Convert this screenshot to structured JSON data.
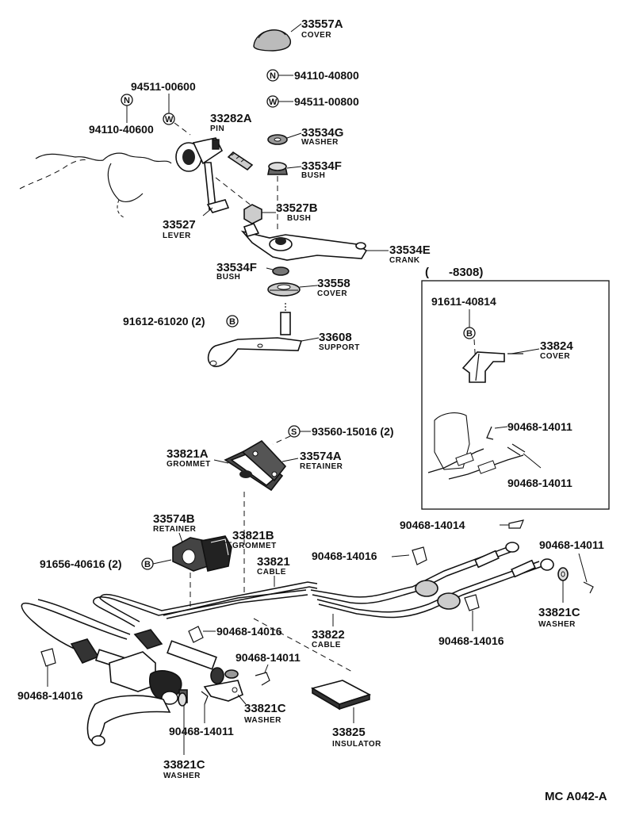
{
  "labels": {
    "cover_cap": {
      "pn": "33557A",
      "name": "COVER"
    },
    "nut_top": {
      "pn": "94110-40800",
      "symbol": "N"
    },
    "washer_top": {
      "pn": "94511-00800",
      "symbol": "W"
    },
    "washer_left": {
      "pn": "94511-00600",
      "symbol": "W"
    },
    "nut_left": {
      "pn": "94110-40600",
      "symbol": "N"
    },
    "pin": {
      "pn": "33282A",
      "name": "PIN"
    },
    "washer_g": {
      "pn": "33534G",
      "name": "WASHER"
    },
    "bush_f_top": {
      "pn": "33534F",
      "name": "BUSH"
    },
    "lever": {
      "pn": "33527",
      "name": "LEVER"
    },
    "bush_b": {
      "pn": "33527B",
      "name": "BUSH"
    },
    "crank": {
      "pn": "33534E",
      "name": "CRANK"
    },
    "bush_f_mid": {
      "pn": "33534F",
      "name": "BUSH"
    },
    "cover_558": {
      "pn": "33558",
      "name": "COVER"
    },
    "bolt_support": {
      "pn": "91612-61020 (2)",
      "symbol": "B"
    },
    "support": {
      "pn": "33608",
      "name": "SUPPORT"
    },
    "inset_range": {
      "text": "(      -8308)"
    },
    "inset_bolt": {
      "pn": "91611-40814",
      "symbol": "B"
    },
    "inset_cover": {
      "pn": "33824",
      "name": "COVER"
    },
    "inset_clip_1": {
      "pn": "90468-14011"
    },
    "inset_clip_2": {
      "pn": "90468-14011"
    },
    "screw_s": {
      "pn": "93560-15016 (2)",
      "symbol": "S"
    },
    "grommet_a": {
      "pn": "33821A",
      "name": "GROMMET"
    },
    "retainer_a": {
      "pn": "33574A",
      "name": "RETAINER"
    },
    "retainer_b": {
      "pn": "33574B",
      "name": "RETAINER"
    },
    "grommet_b": {
      "pn": "33821B",
      "name": "GROMMET"
    },
    "bolt_b2": {
      "pn": "91656-40616 (2)",
      "symbol": "B"
    },
    "cable_821": {
      "pn": "33821",
      "name": "CABLE"
    },
    "clip_14014": {
      "pn": "90468-14014"
    },
    "clip_14016_top": {
      "pn": "90468-14016"
    },
    "clip_14011_right": {
      "pn": "90468-14011"
    },
    "washer_c_right": {
      "pn": "33821C",
      "name": "WASHER"
    },
    "clip_14016_right": {
      "pn": "90468-14016"
    },
    "cable_822": {
      "pn": "33822",
      "name": "CABLE"
    },
    "clip_14016_mid": {
      "pn": "90468-14016"
    },
    "clip_14011_mid": {
      "pn": "90468-14011"
    },
    "clip_14016_left": {
      "pn": "90468-14016"
    },
    "washer_c_mid": {
      "pn": "33821C",
      "name": "WASHER"
    },
    "clip_14011_low": {
      "pn": "90468-14011"
    },
    "insulator": {
      "pn": "33825",
      "name": "INSULATOR"
    },
    "washer_c_low": {
      "pn": "33821C",
      "name": "WASHER"
    }
  },
  "footer": {
    "code": "MC A042-A"
  }
}
